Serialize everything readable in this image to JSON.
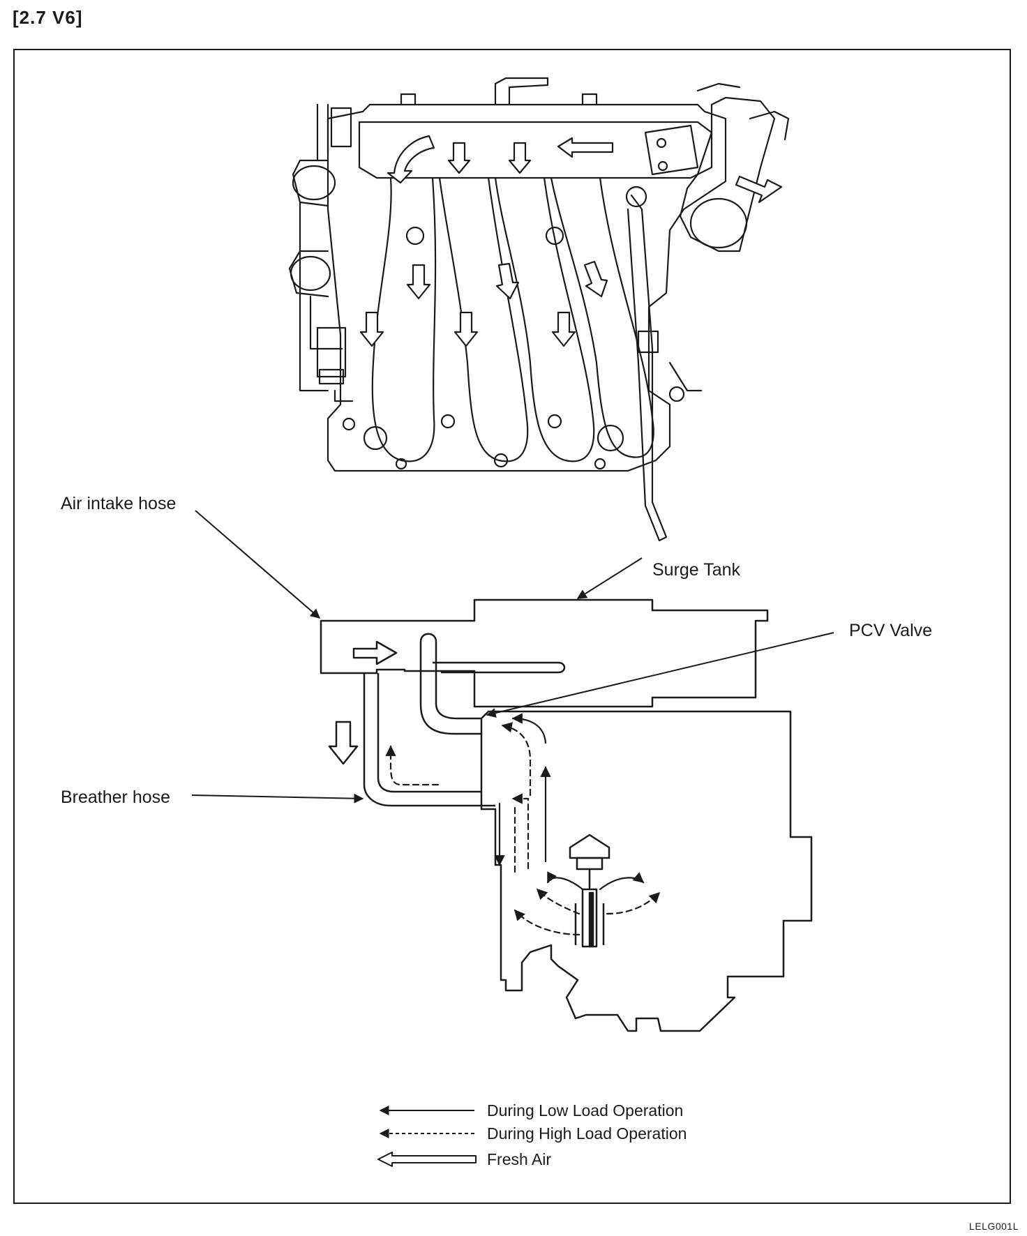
{
  "page": {
    "heading": "[2.7 V6]",
    "figure_code": "LELG001L"
  },
  "labels": {
    "air_intake_hose": "Air intake hose",
    "surge_tank": "Surge Tank",
    "pcv_valve": "PCV Valve",
    "breather_hose": "Breather hose"
  },
  "legend": {
    "low_load": "During Low Load Operation",
    "high_load": "During High Load Operation",
    "fresh_air": "Fresh Air"
  },
  "colors": {
    "ink": "#1a1a1a",
    "background": "#ffffff"
  }
}
